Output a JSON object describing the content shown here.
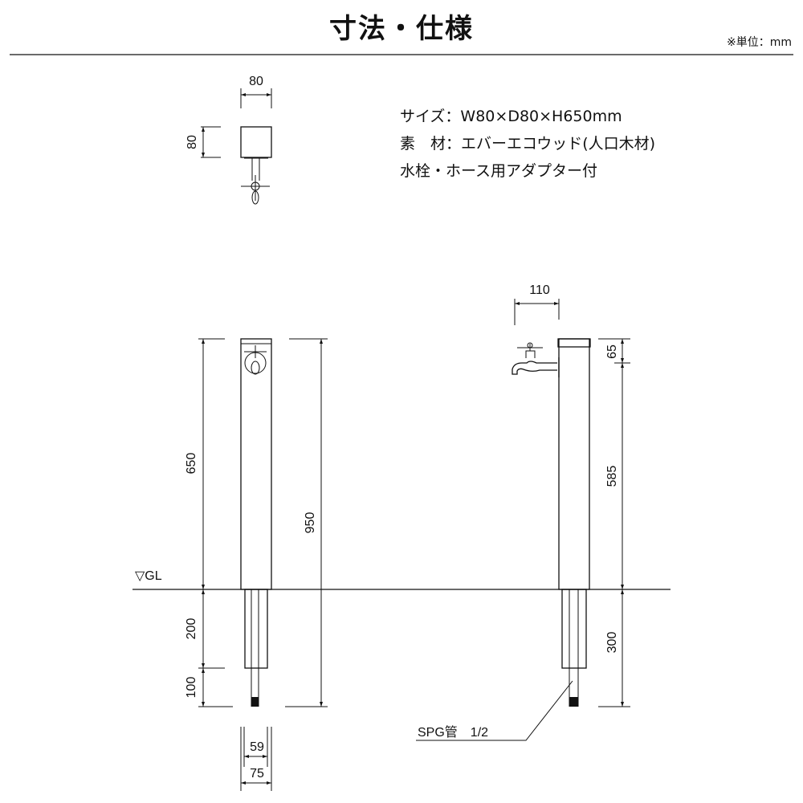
{
  "header": {
    "title": "寸法・仕様",
    "unit": "※単位：mm"
  },
  "specs": [
    "サイズ：W80×D80×H650mm",
    "素　材：エバーエコウッド(人口木材)",
    "水栓・ホース用アダプター付"
  ],
  "dims": {
    "top_width": "80",
    "top_depth": "80",
    "front_height": "650",
    "total_height": "950",
    "below_200": "200",
    "below_100": "100",
    "width_59": "59",
    "width_75": "75",
    "faucet_110": "110",
    "side_65": "65",
    "side_585": "585",
    "side_300": "300"
  },
  "labels": {
    "ground": "▽GL",
    "pipe": "SPG管　1/2"
  }
}
